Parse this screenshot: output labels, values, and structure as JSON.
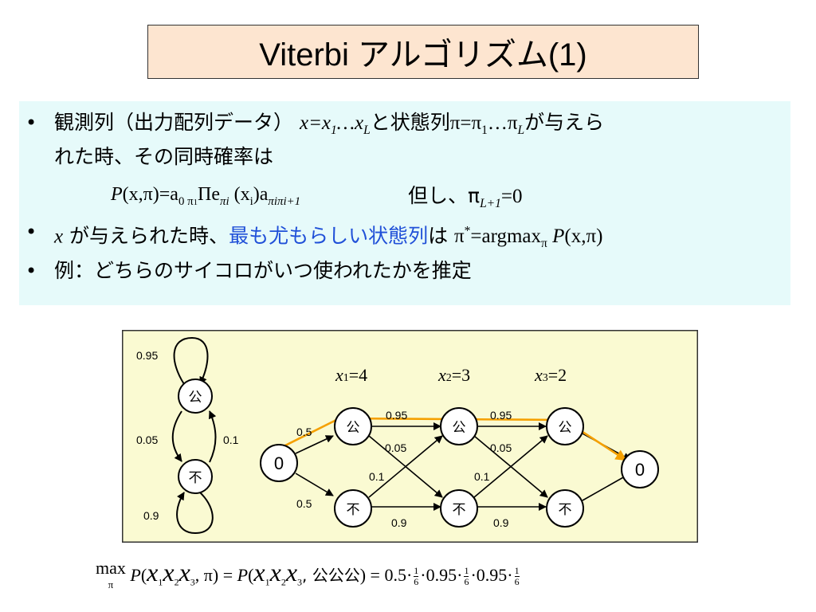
{
  "title": "Viterbi アルゴリズム(1)",
  "bullets": {
    "b1_text_a": "観測列（出力配列データ）",
    "b1_math_a": "x=x",
    "b1_math_a_sub1": "1",
    "b1_math_a_dots": "…x",
    "b1_math_a_subL": "L",
    "b1_text_b": "と状態列",
    "b1_math_b": "π=π",
    "b1_math_b_sub1": "1",
    "b1_math_b_dots": "…π",
    "b1_math_b_subL": "L",
    "b1_text_c": "が与えら",
    "b1_line2": "れた時、その同時確率は",
    "eq_P": "P",
    "eq_open": "(x,π)=a",
    "eq_sub0": "0 π",
    "eq_sub0b": "1",
    "eq_prod": "Πe",
    "eq_sub_pi_i": "πi",
    "eq_xi": " (x",
    "eq_xi_sub": "i",
    "eq_a": ")a",
    "eq_a_sub": "πiπi+1",
    "eq_note": "但し、π",
    "eq_note_sub": "L+1",
    "eq_note_end": "=0",
    "b2_x": "x",
    "b2_text_a": " が与えられた時、",
    "b2_highlight": "最も尤もらしい状態列",
    "b2_text_b": "は",
    "b2_math": "π",
    "b2_math_sup": "*",
    "b2_math_rest": "=argmax",
    "b2_math_sub": "π",
    "b2_math_P": "P",
    "b2_math_end": "(x,π)",
    "b3_text": "例：どちらのサイコロがいつ使われたかを推定"
  },
  "diagram": {
    "left_states": {
      "fair": "公",
      "unfair": "不"
    },
    "left_probs": {
      "fair_self": "0.95",
      "fair_to_unfair": "0.05",
      "unfair_to_fair": "0.1",
      "unfair_self": "0.9"
    },
    "observations": [
      {
        "var": "x",
        "idx": "1",
        "val": "=4"
      },
      {
        "var": "x",
        "idx": "2",
        "val": "=3"
      },
      {
        "var": "x",
        "idx": "3",
        "val": "=2"
      }
    ],
    "start_label": "0",
    "end_label": "0",
    "trellis_fair": "公",
    "trellis_unfair": "不",
    "start_probs": {
      "to_fair": "0.5",
      "to_unfair": "0.5"
    },
    "edge_labels": {
      "ff1": "0.95",
      "ff2": "0.95",
      "fu1": "0.05",
      "fu2": "0.05",
      "uf1": "0.1",
      "uf2": "0.1",
      "uu1": "0.9",
      "uu2": "0.9"
    },
    "colors": {
      "panel_bg": "#fafad2",
      "highlight_path": "#f5a000",
      "panel_border": "#333333"
    }
  },
  "formula": {
    "max": "max",
    "max_sub": "π",
    "lhs_P": "P",
    "x": "x",
    "sub1": "1",
    "sub2": "2",
    "sub3": "3",
    "lhs_close": ", π) = ",
    "rhs_P": "P",
    "rhs_states": ", 公公公",
    "rhs_close": ") = 0.5·",
    "frac_num": "1",
    "frac_den": "6",
    "dot95a": "·0.95·",
    "dot95b": "·0.95·"
  },
  "colors": {
    "title_bg": "#fde5d0",
    "panel_bg": "#e6fafa",
    "highlight_text": "#2050d8"
  }
}
